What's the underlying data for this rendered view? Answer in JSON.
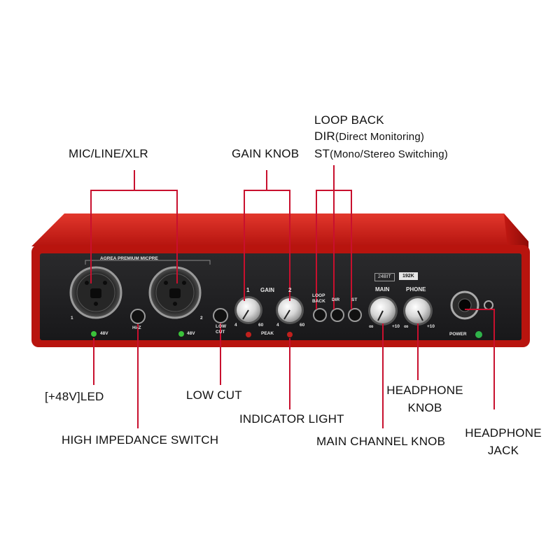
{
  "callouts": {
    "loop_back": "LOOP BACK",
    "dir_prefix": "DIR",
    "dir_desc": "(Direct Monitoring)",
    "st_prefix": "ST",
    "st_desc": "(Mono/Stereo Switching)",
    "mic_line_xlr": "MIC/LINE/XLR",
    "gain_knob": "GAIN KNOB",
    "led_48v": "[+48V]LED",
    "low_cut": "LOW CUT",
    "headphone_knob_line1": "HEADPHONE",
    "headphone_knob_line2": "KNOB",
    "indicator_light": "INDICATOR LIGHT",
    "high_impedance_switch": "HIGH IMPEDANCE SWITCH",
    "main_channel_knob": "MAIN CHANNEL KNOB",
    "headphone_jack_line1": "HEADPHONE",
    "headphone_jack_line2": "JACK"
  },
  "panel": {
    "brand": "AGREA PREMIUM MICPRE",
    "input_1_number": "1",
    "input_2_number": "2",
    "led_48v_1": "48V",
    "led_48v_2": "48V",
    "hiz": "Hi-Z",
    "low": "LOW",
    "cut": "CUT",
    "gain": "GAIN",
    "gain_1_number": "1",
    "gain_2_number": "2",
    "gain_1_min": "4",
    "gain_1_max": "60",
    "gain_2_min": "4",
    "gain_2_max": "60",
    "peak": "PEAK",
    "loop": "LOOP",
    "back": "BACK",
    "dir": "DIR",
    "st": "ST",
    "bit_depth": "24BIT",
    "sample_rate": "192K",
    "main": "MAIN",
    "phone": "PHONE",
    "main_min": "∞",
    "main_max": "+10",
    "phone_min": "∞",
    "phone_max": "+10",
    "power": "POWER"
  },
  "colors": {
    "chassis_red": "#cc1a14",
    "panel_black": "#1c1c1e",
    "callout_line": "#c8102e",
    "led_green": "#3ac23a",
    "led_red": "#c0201c"
  },
  "icons": {
    "xlr_combo_jack": "xlr-combo-icon",
    "knob": "knob-icon",
    "push_button": "push-button-icon",
    "headphone_jack": "quarter-inch-jack-icon",
    "led": "led-icon"
  }
}
